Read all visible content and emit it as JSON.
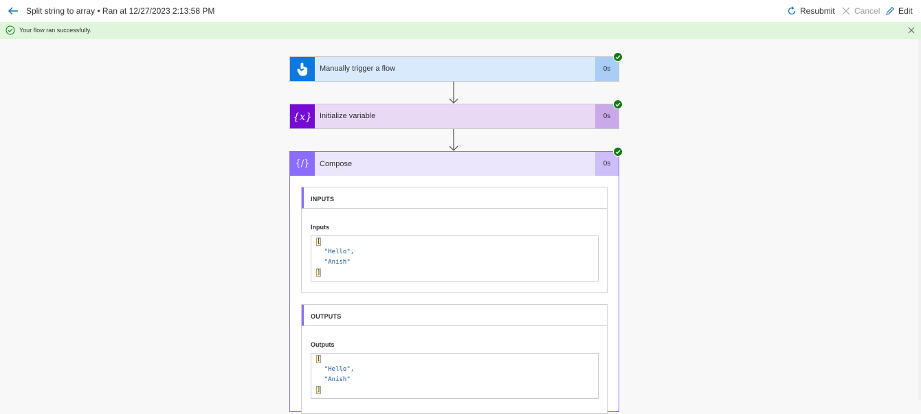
{
  "header": {
    "title": "Split string to array • Ran at 12/27/2023 2:13:58 PM",
    "resubmit_label": "Resubmit",
    "cancel_label": "Cancel",
    "edit_label": "Edit"
  },
  "banner": {
    "message": "Your flow ran successfully."
  },
  "steps": [
    {
      "label": "Manually trigger a flow",
      "duration": "0s",
      "status": "succeeded"
    },
    {
      "label": "Initialize variable",
      "duration": "0s",
      "status": "succeeded"
    },
    {
      "label": "Compose",
      "duration": "0s",
      "status": "succeeded"
    }
  ],
  "compose": {
    "inputs_header": "INPUTS",
    "inputs_label": "Inputs",
    "inputs_lines": [
      "[",
      "  \"Hello\",",
      "  \"Anish\"",
      "]"
    ],
    "outputs_header": "OUTPUTS",
    "outputs_label": "Outputs",
    "outputs_lines": [
      "[",
      "  \"Hello\",",
      "  \"Anish\"",
      "]"
    ]
  },
  "colors": {
    "success": "#107c10",
    "accent": "#0f6cbd",
    "trigger": "#0f78e0",
    "variable": "#770bd6",
    "compose": "#8c6cff"
  }
}
